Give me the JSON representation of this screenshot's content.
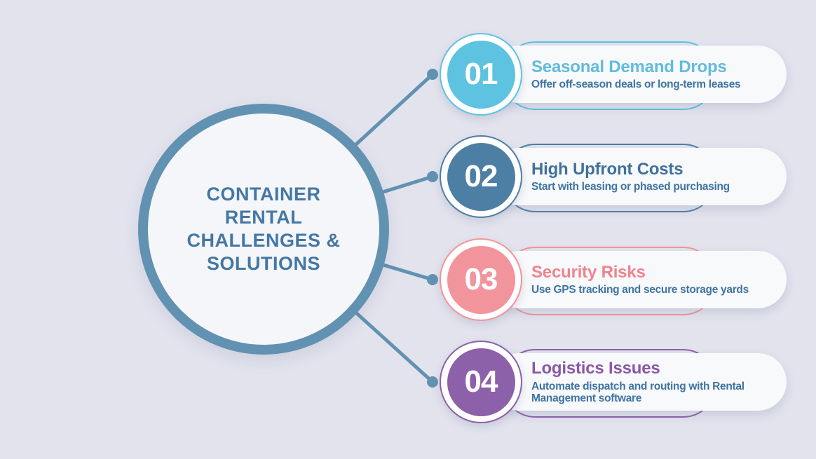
{
  "background": "#e2e3ed",
  "palette": {
    "steel": "#6292b1",
    "textblue": "#3f74a2",
    "centertext": "#4477a5",
    "cardbg": "#f8f9fb",
    "centerfill": "#f5f6f9"
  },
  "center": {
    "title": "CONTAINER\nRENTAL\nCHALLENGES &\nSOLUTIONS"
  },
  "items": [
    {
      "number": "01",
      "title": "Seasonal Demand Drops",
      "subtitle": "Offer off-season deals or long-term leases",
      "color": "#5ec2e1",
      "title_color": "#62bbdd"
    },
    {
      "number": "02",
      "title": "High Upfront Costs",
      "subtitle": "Start with leasing or phased purchasing",
      "color": "#4d7fa5",
      "title_color": "#40719b"
    },
    {
      "number": "03",
      "title": "Security Risks",
      "subtitle": "Use GPS tracking and secure storage yards",
      "color": "#f2949c",
      "title_color": "#f0838d"
    },
    {
      "number": "04",
      "title": "Logistics Issues",
      "subtitle": "Automate dispatch and routing with Rental\nManagement software",
      "color": "#8d60aa",
      "title_color": "#8b57a7"
    }
  ]
}
